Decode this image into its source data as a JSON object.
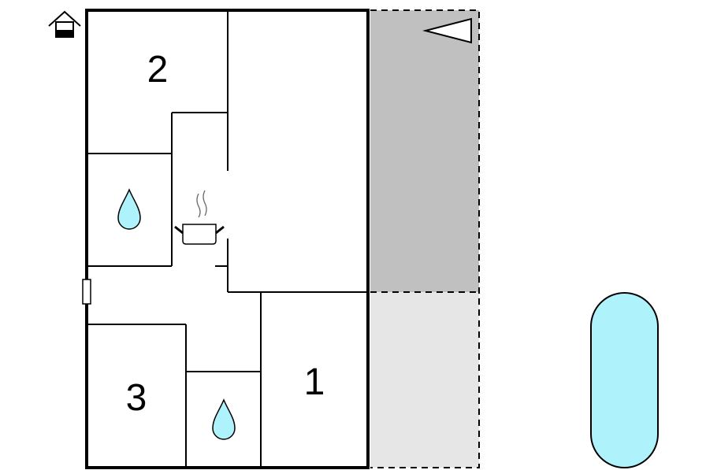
{
  "floorplan": {
    "rooms": [
      {
        "label": "2"
      },
      {
        "label": "3"
      },
      {
        "label": "1"
      }
    ],
    "icons": {
      "house": "house-icon",
      "bathroom_upper": "water-drop-icon",
      "bathroom_lower": "water-drop-icon",
      "kitchen": "cooking-pot-icon",
      "pool": "pool-icon",
      "terrace": "terrace-area",
      "parking": "parking-area",
      "compass": "north-arrow-icon",
      "door": "entrance-door"
    },
    "colors": {
      "terrace_dark": "#c0c0c0",
      "terrace_light": "#e6e6e6",
      "water": "#aef3fb",
      "wall": "#000000"
    }
  }
}
